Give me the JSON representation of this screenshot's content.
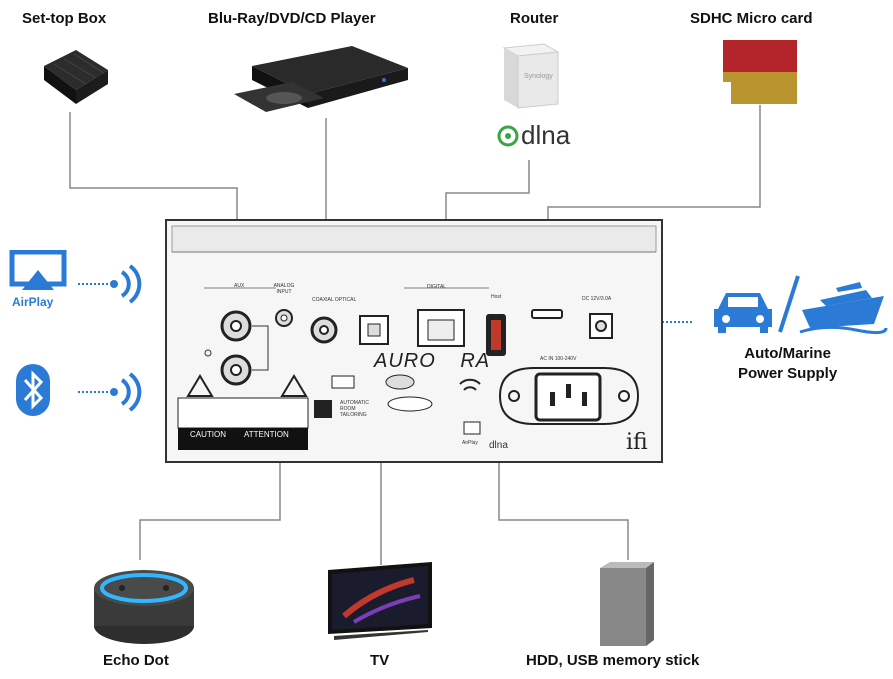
{
  "labels": {
    "settop": "Set-top Box",
    "bluray": "Blu-Ray/DVD/CD Player",
    "router": "Router",
    "sdhc": "SDHC Micro card",
    "airplay": "AirPlay",
    "power": "Auto/Marine\nPower Supply",
    "echo": "Echo Dot",
    "tv": "TV",
    "hdd": "HDD, USB memory stick"
  },
  "logos": {
    "dlna": "dlna",
    "dlna_small": "dlna",
    "auro": "AURO",
    "ra": "RA",
    "ifi": "ifi"
  },
  "panel": {
    "aux": "AUX",
    "analog_input": "ANALOG INPUT",
    "coax_optical": "COAXIAL OPTICAL",
    "digital": "DIGITAL",
    "host": "Host",
    "dc_in": "DC 12V/3.0A",
    "ac_in": "AC IN 100-240V",
    "caution": "CAUTION",
    "attention": "ATTENTION",
    "airplay_small": "AirPlay",
    "automatic": "AUTOMATIC ROOM TAILORING"
  },
  "colors": {
    "accent_blue": "#2b7bd6",
    "sdhc_red": "#b3252b",
    "sdhc_gold": "#b9932e",
    "dlna_green": "#3aa447"
  }
}
